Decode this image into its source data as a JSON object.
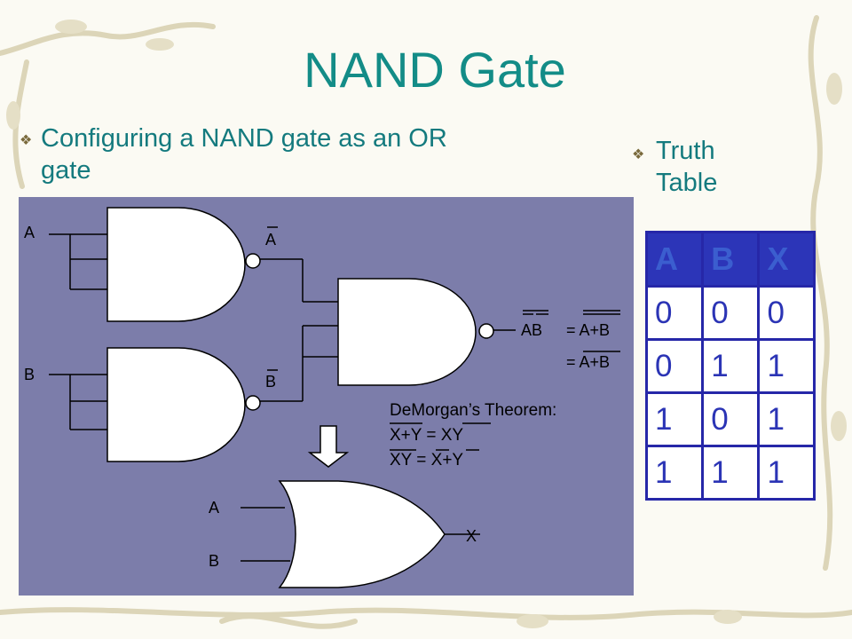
{
  "title": "NAND Gate",
  "bullets": {
    "left": [
      "Configuring a NAND gate as an OR",
      "gate"
    ],
    "right": [
      "Truth",
      "Table"
    ],
    "icon": "diamond-bullet-icon"
  },
  "diagram": {
    "input_a": "A",
    "input_b": "B",
    "output_a_not": "A",
    "output_b_not": "B",
    "expr_lhs": "AB",
    "expr_eq1": "= A+B",
    "expr_eq2": "= A+B",
    "demorgan_title": "DeMorgan’s Theorem:",
    "demorgan_line1": "X+Y = XY",
    "demorgan_line2": "XY = X+Y",
    "or_input_a": "A",
    "or_input_b": "B",
    "or_output": "X"
  },
  "truth_table": {
    "headers": [
      "A",
      "B",
      "X"
    ],
    "rows": [
      [
        "0",
        "0",
        "0"
      ],
      [
        "0",
        "1",
        "1"
      ],
      [
        "1",
        "0",
        "1"
      ],
      [
        "1",
        "1",
        "1"
      ]
    ]
  },
  "colors": {
    "title": "#138c87",
    "diagram_bg": "#7c7daa",
    "table_header": "#2c35b8",
    "table_text": "#2b34b5"
  }
}
